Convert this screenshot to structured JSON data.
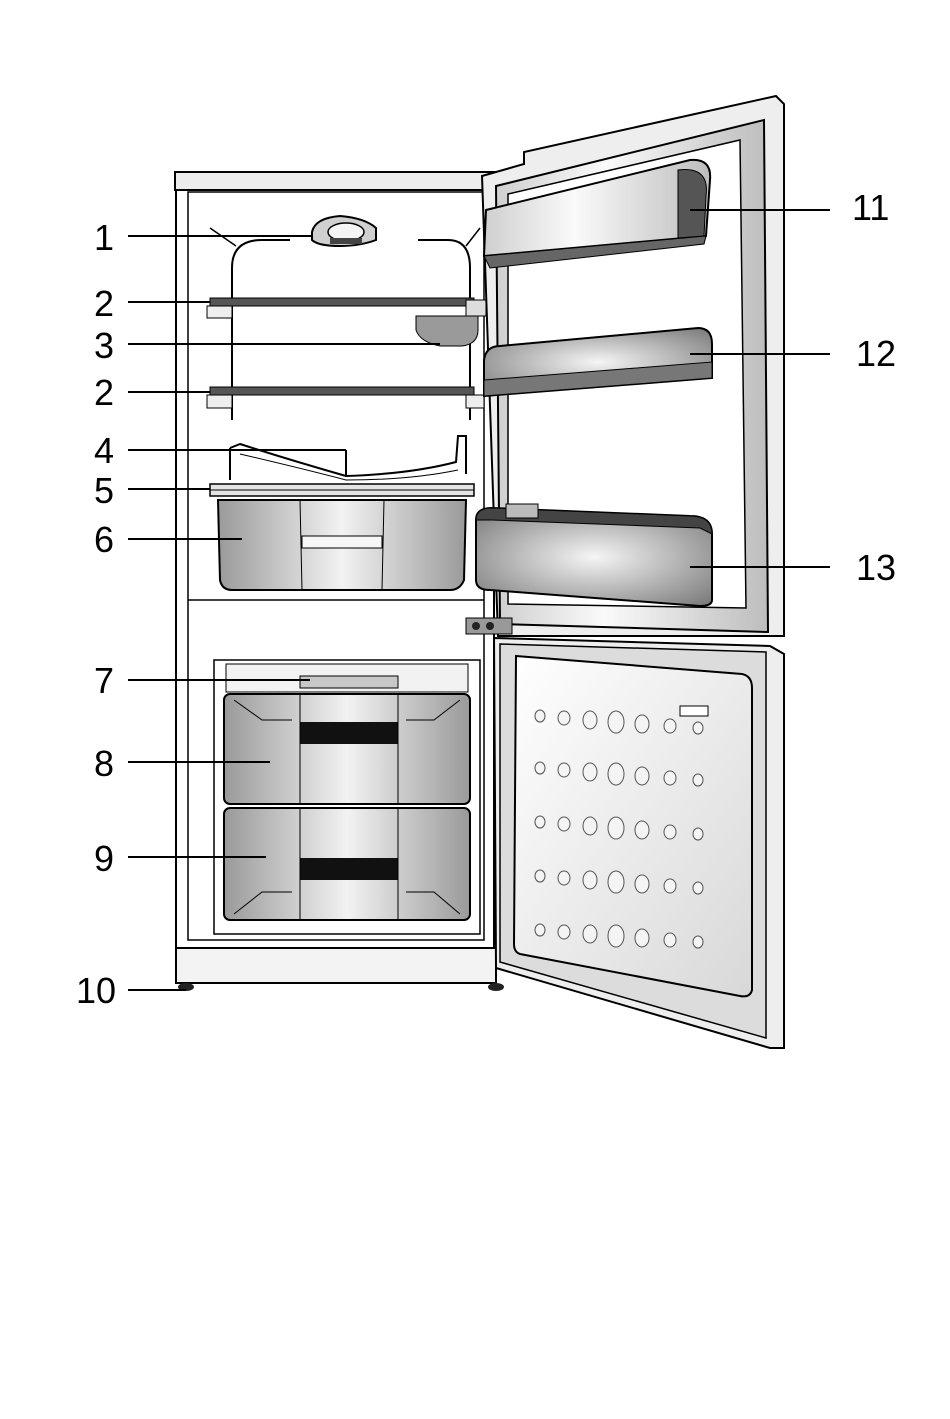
{
  "callouts_left": [
    {
      "label": "1"
    },
    {
      "label": "2"
    },
    {
      "label": "3"
    },
    {
      "label": "2"
    },
    {
      "label": "4"
    },
    {
      "label": "5"
    },
    {
      "label": "6"
    },
    {
      "label": "7"
    },
    {
      "label": "8"
    },
    {
      "label": "9"
    },
    {
      "label": "10"
    }
  ],
  "callouts_right": [
    {
      "label": "11"
    },
    {
      "label": "12"
    },
    {
      "label": "13"
    }
  ]
}
